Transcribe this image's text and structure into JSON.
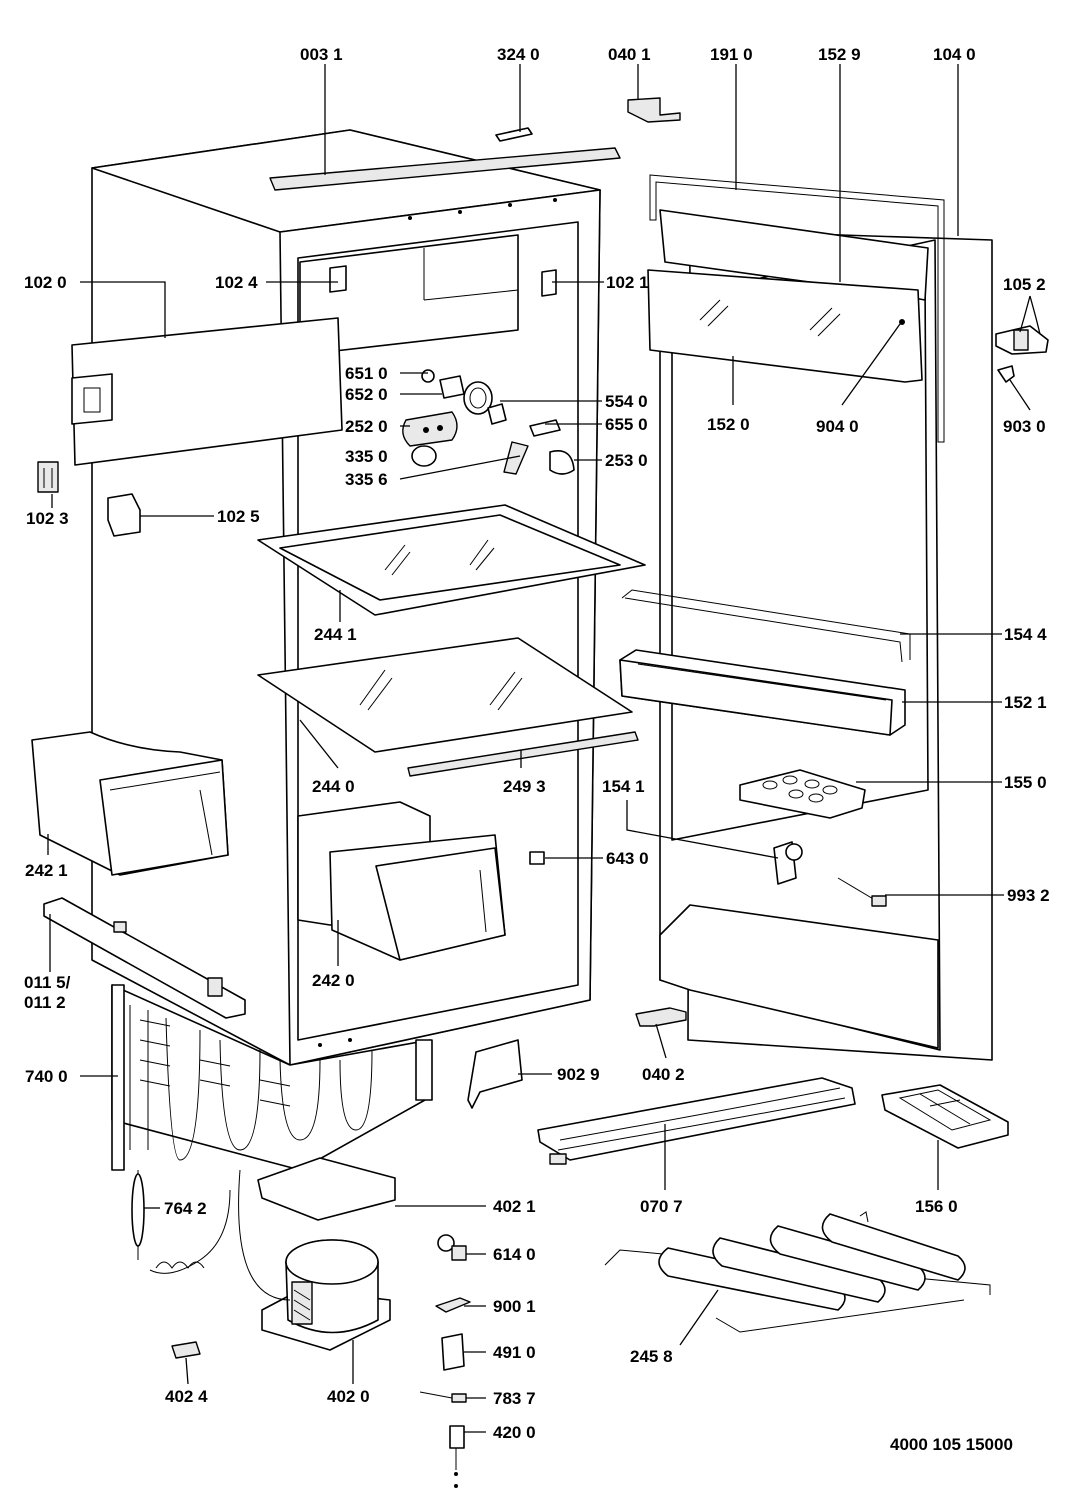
{
  "labels": {
    "l0031": "003 1",
    "l3240": "324 0",
    "l0401": "040 1",
    "l1910": "191 0",
    "l1529": "152 9",
    "l1040": "104 0",
    "l1020": "102 0",
    "l1024": "102 4",
    "l1021": "102 1",
    "l1052": "105 2",
    "l6510": "651 0",
    "l6520": "652 0",
    "l5540": "554 0",
    "l6550": "655 0",
    "l2520": "252 0",
    "l1520": "152 0",
    "l9040": "904 0",
    "l9030": "903 0",
    "l3350": "335 0",
    "l2530": "253 0",
    "l3356": "335 6",
    "l1023": "102 3",
    "l1025": "102 5",
    "l2441": "244 1",
    "l1544": "154 4",
    "l1521": "152 1",
    "l2440": "244 0",
    "l2493": "249 3",
    "l1541": "154 1",
    "l1550": "155 0",
    "l2421": "242 1",
    "l6430": "643 0",
    "l9932": "993 2",
    "l0115": "011 5/",
    "l0112": "011 2",
    "l2420": "242 0",
    "l7400": "740 0",
    "l9029": "902 9",
    "l0402": "040 2",
    "l0707": "070 7",
    "l1560": "156 0",
    "l7642": "764 2",
    "l4021": "402 1",
    "l6140": "614 0",
    "l9001": "900 1",
    "l2458": "245 8",
    "l4910": "491 0",
    "l4024": "402 4",
    "l4020": "402 0",
    "l7837": "783 7",
    "l4200": "420 0"
  },
  "drawing_number": "4000 105 15000"
}
